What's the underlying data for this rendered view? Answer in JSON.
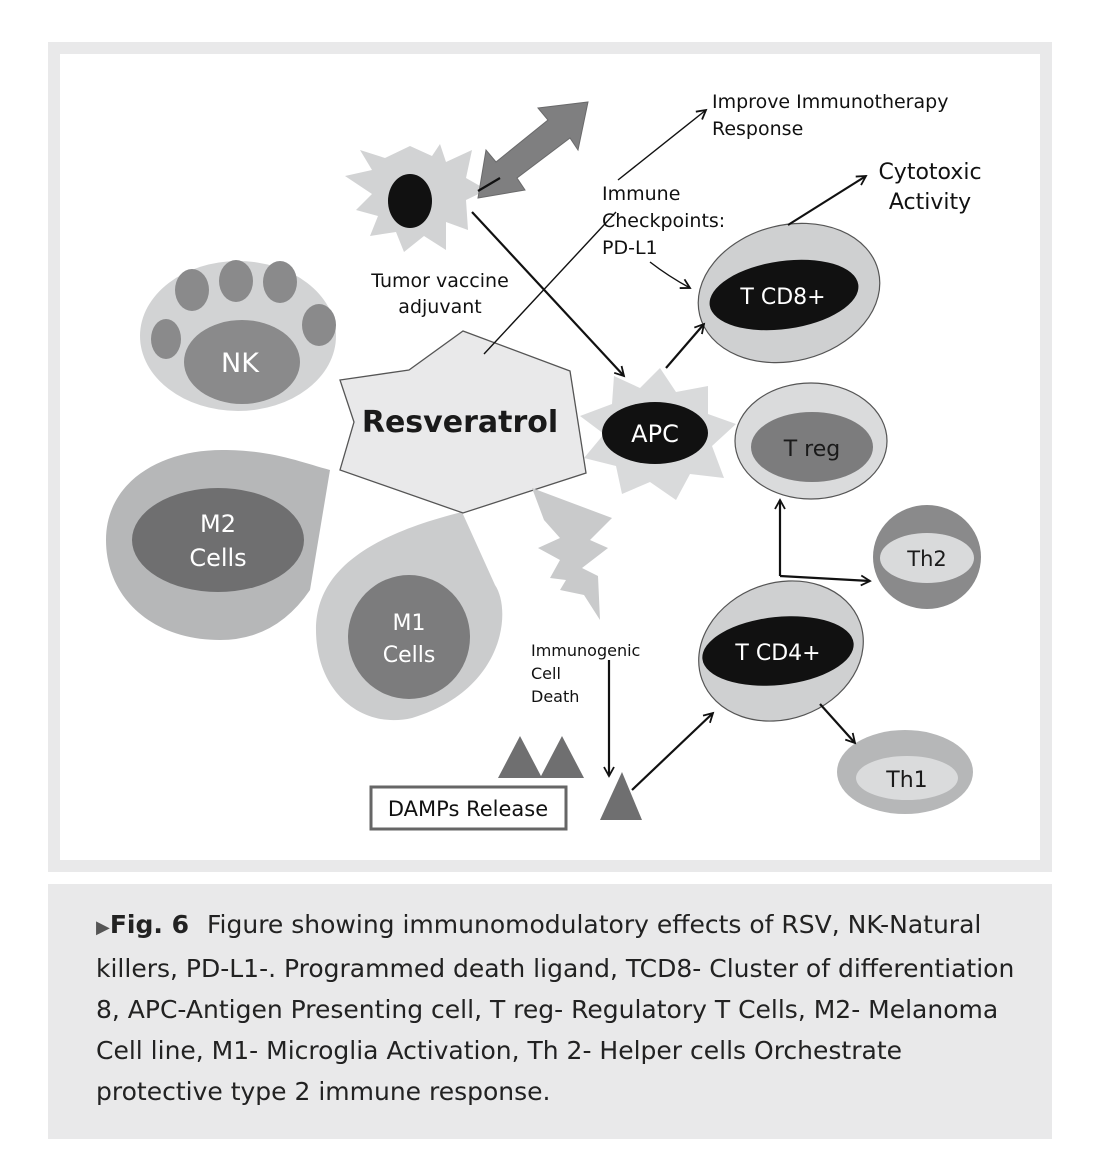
{
  "diagram": {
    "center": "Resveratrol",
    "nk": "NK",
    "m2": [
      "M2",
      "Cells"
    ],
    "m1": [
      "M1",
      "Cells"
    ],
    "apc": "APC",
    "tcd8": "T CD8+",
    "tcd4": "T CD4+",
    "treg": "T  reg",
    "th2": "Th2",
    "th1": "Th1",
    "tumor_vaccine": [
      "Tumor vaccine",
      "adjuvant"
    ],
    "immune_checkpoints": [
      "Immune",
      "Checkpoints:",
      "PD-L1"
    ],
    "improve_response": [
      "Improve Immunotherapy",
      "Response"
    ],
    "cytotoxic": [
      "Cytotoxic",
      "Activity"
    ],
    "immunogenic": [
      "Immunogenic",
      "Cell",
      "Death"
    ],
    "damps": "DAMPs Release"
  },
  "caption": {
    "marker": "▶",
    "label": "Fig. 6",
    "text": "Figure showing immunomodulatory effects of RSV, NK-Natural killers, PD-L1-. Programmed death ligand, TCD8- Cluster of differentiation 8, APC-Antigen Presenting cell, T reg- Regulatory T Cells, M2- Melanoma Cell line, M1- Microglia Activation, Th 2- Helper cells Orchestrate protective type 2 immune response."
  }
}
